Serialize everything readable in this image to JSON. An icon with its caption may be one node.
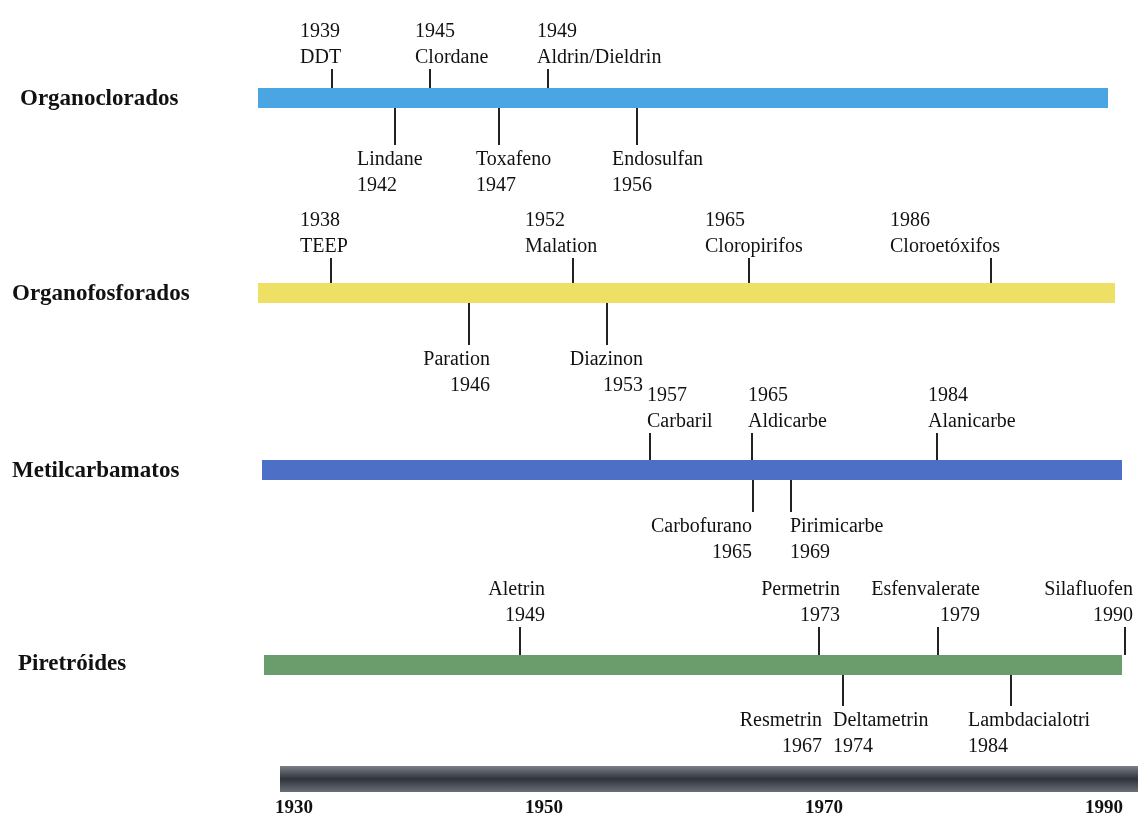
{
  "diagram": {
    "nodes": [
      {
        "text": [],
        "shape": "bar",
        "beside": [
          "Organoclorados"
        ]
      },
      {
        "text": [
          "1939 DDT"
        ]
      },
      {
        "text": [
          "1945 Clordane"
        ]
      },
      {
        "text": [
          "1949 Aldrin/Dieldrin"
        ]
      },
      {
        "text": [
          "Lindane 1942"
        ]
      },
      {
        "text": [
          "Toxafeno 1947"
        ]
      },
      {
        "text": [
          "Endosulfan 1956"
        ]
      },
      {
        "text": [],
        "shape": "bar",
        "beside": [
          "Organofosforados"
        ]
      },
      {
        "text": [
          "1938 TEEP"
        ]
      },
      {
        "text": [
          "1952 Malation"
        ]
      },
      {
        "text": [
          "1965 Cloropirifos"
        ]
      },
      {
        "text": [
          "1986 Cloroetóxifos"
        ]
      },
      {
        "text": [
          "Paration 1946"
        ]
      },
      {
        "text": [
          "Diazinon 1953"
        ]
      },
      {
        "text": [],
        "shape": "bar",
        "beside": [
          "Metilcarbamatos"
        ]
      },
      {
        "text": [
          "1957 Carbaril"
        ]
      },
      {
        "text": [
          "1965 Aldicarbe"
        ]
      },
      {
        "text": [
          "1984 Alanicarbe"
        ]
      },
      {
        "text": [
          "Carbofurano 1965"
        ]
      },
      {
        "text": [
          "Pirimicarbe 1969"
        ]
      },
      {
        "text": [],
        "shape": "bar"
      },
      {
        "text": [
          "Aletrin 1949"
        ]
      },
      {
        "text": [
          "Permetrin 1973"
        ]
      },
      {
        "text": [
          "Esfenvalerate 1979"
        ]
      },
      {
        "text": [
          "Silafluofen 1990"
        ]
      },
      {
        "text": [
          "Resmetrin 1967"
        ]
      },
      {
        "text": [
          "Deltametrin 1974"
        ]
      },
      {
        "text": [
          "Lambdacialotri 1984"
        ]
      },
      {
        "text": [],
        "shape": "bar",
        "beside": [
          "1930",
          "1950",
          "1970",
          "1990"
        ]
      }
    ],
    "edges": [
      {
        "from": 1,
        "to": 0,
        "arrow": "none"
      },
      {
        "from": 2,
        "to": 0,
        "arrow": "none"
      },
      {
        "from": 3,
        "to": 0,
        "arrow": "none"
      },
      {
        "from": 4,
        "to": 0,
        "arrow": "none"
      },
      {
        "from": 5,
        "to": 0,
        "arrow": "none"
      },
      {
        "from": 6,
        "to": 0,
        "arrow": "none"
      },
      {
        "from": 8,
        "to": 7,
        "arrow": "none"
      },
      {
        "from": 9,
        "to": 7,
        "arrow": "none"
      },
      {
        "from": 10,
        "to": 7,
        "arrow": "none"
      },
      {
        "from": 11,
        "to": 7,
        "arrow": "none"
      },
      {
        "from": 12,
        "to": 7,
        "arrow": "none"
      },
      {
        "from": 13,
        "to": 7,
        "arrow": "none"
      },
      {
        "from": 15,
        "to": 14,
        "arrow": "none"
      },
      {
        "from": 16,
        "to": 14,
        "arrow": "none"
      },
      {
        "from": 17,
        "to": 14,
        "arrow": "none"
      },
      {
        "from": 18,
        "to": 14,
        "arrow": "none"
      },
      {
        "from": 19,
        "to": 14,
        "arrow": "none"
      },
      {
        "from": 21,
        "to": 20,
        "arrow": "none"
      },
      {
        "from": 22,
        "to": 20,
        "arrow": "none"
      },
      {
        "from": 23,
        "to": 20,
        "arrow": "none"
      },
      {
        "from": 24,
        "to": 20,
        "arrow": "none"
      },
      {
        "from": 26,
        "to": 20,
        "arrow": "none"
      },
      {
        "from": 27,
        "to": 20,
        "arrow": "none"
      }
    ],
    "labels": [
      "Piretróides"
    ]
  }
}
